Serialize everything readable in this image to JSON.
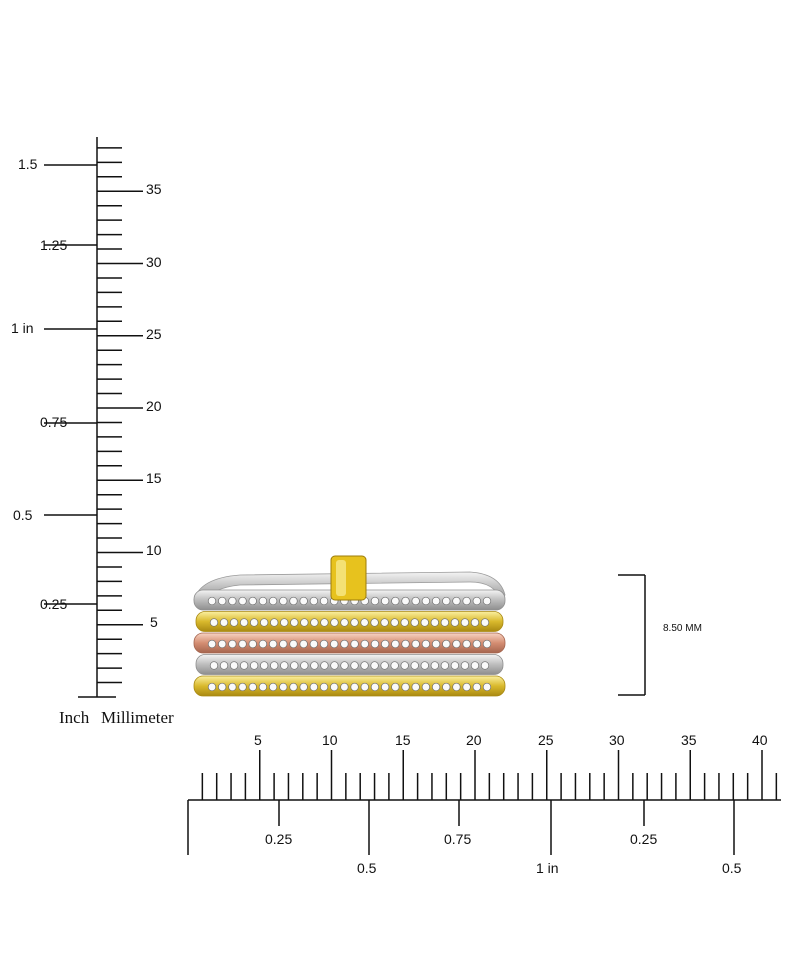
{
  "vertical_ruler": {
    "inch_labels": [
      "1.5",
      "1.25",
      "1 in",
      "0.75",
      "0.5",
      "0.25"
    ],
    "mm_labels": [
      "35",
      "30",
      "25",
      "20",
      "15",
      "10",
      "5"
    ],
    "unit_inch": "Inch",
    "unit_mm": "Millimeter"
  },
  "horizontal_ruler": {
    "mm_labels": [
      "5",
      "10",
      "15",
      "20",
      "25",
      "30",
      "35",
      "40"
    ],
    "inch_labels": [
      "0.25",
      "0.5",
      "0.75",
      "1 in",
      "0.25",
      "0.5"
    ]
  },
  "dimension": {
    "label": "8.50 MM"
  },
  "product": {
    "subject": "five stacked diamond band rings",
    "bands": [
      {
        "metal": "white gold",
        "color": "#d8d8d8"
      },
      {
        "metal": "yellow gold",
        "color": "#e6cf5a"
      },
      {
        "metal": "rose gold",
        "color": "#e2a48a"
      },
      {
        "metal": "white gold",
        "color": "#d8d8d8"
      },
      {
        "metal": "yellow gold",
        "color": "#e6cf5a"
      }
    ],
    "connector_color": "#e7c21e"
  }
}
